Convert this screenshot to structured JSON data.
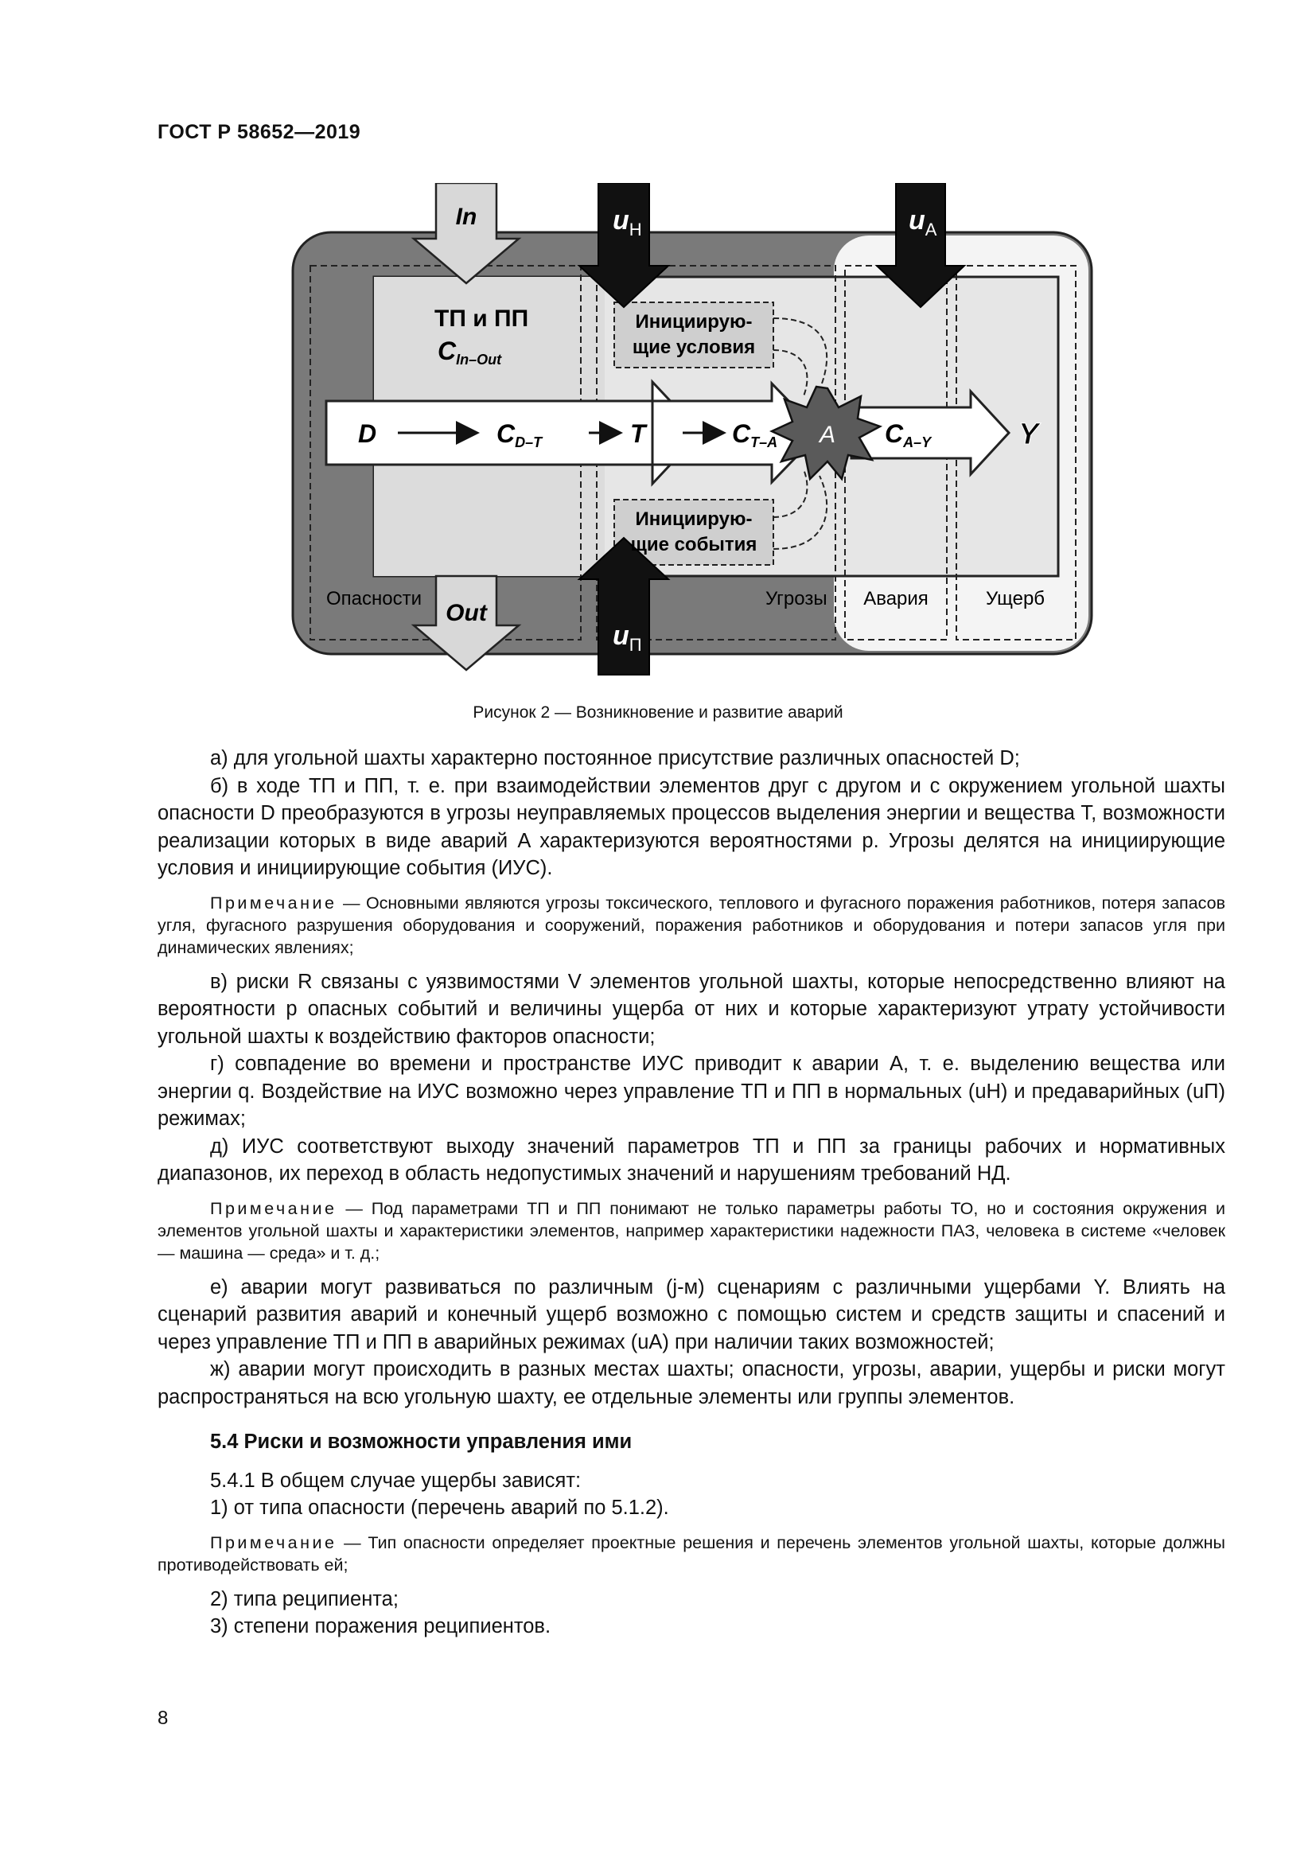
{
  "header": "ГОСТ Р 58652—2019",
  "figure": {
    "caption": "Рисунок 2 — Возникновение и развитие аварий",
    "labels": {
      "in": "In",
      "out": "Out",
      "tp_pp": "ТП и ПП",
      "c_inout_main": "C",
      "c_inout_sub": "In–Out",
      "init_cond_1": "Инициирую-",
      "init_cond_2": "щие условия",
      "init_events_1": "Инициирую-",
      "init_events_2": "щие события",
      "D": "D",
      "C_DT_main": "C",
      "C_DT_sub": "D–T",
      "T": "T",
      "C_TA_main": "C",
      "C_TA_sub": "T–A",
      "A": "A",
      "C_AY_main": "C",
      "C_AY_sub": "A–Y",
      "Y": "Y",
      "uH_main": "u",
      "uH_sub": "Н",
      "uA_main": "u",
      "uA_sub": "А",
      "uP_main": "u",
      "uP_sub": "П",
      "hazards": "Опасности",
      "threats": "Угрозы",
      "accident": "Авария",
      "damage": "Ущерб"
    }
  },
  "body": {
    "p_a": "а) для угольной шахты характерно постоянное присутствие различных опасностей D;",
    "p_b": "б) в ходе ТП и ПП, т. е. при взаимодействии элементов друг с другом и с окружением угольной шахты опасности D преобразуются в угрозы неуправляемых процессов выделения энергии и вещества T, возможности реализации которых в виде аварий A характеризуются вероятностями p. Угрозы делятся на инициирующие условия и инициирующие события (ИУС).",
    "note1_label": "Примечание",
    "note1_text": " — Основными являются угрозы токсического, теплового и фугасного поражения работников, потеря запасов угля, фугасного разрушения оборудования и сооружений, поражения работников и оборудования и потери запасов угля при динамических явлениях;",
    "p_v": "в) риски R связаны с уязвимостями V элементов угольной шахты, которые непосредственно влияют на вероятности p опасных событий и величины ущерба от них и которые характеризуют утрату устойчивости угольной шахты к воздействию факторов опасности;",
    "p_g": "г) совпадение во времени и пространстве ИУС приводит к аварии A, т. е. выделению вещества или энергии q. Воздействие на ИУС возможно через управление ТП и ПП в нормальных (uН) и предаварийных (uП) режимах;",
    "p_d": "д) ИУС соответствуют выходу значений параметров ТП и ПП за границы рабочих и нормативных диапазонов, их переход в область недопустимых значений и нарушениям требований НД.",
    "note2_label": "Примечание",
    "note2_text": " — Под параметрами ТП и ПП понимают не только параметры работы ТО, но и состояния окружения и элементов угольной шахты и характеристики элементов, например характеристики надежности ПАЗ, человека в системе «человек — машина — среда» и т. д.;",
    "p_e": "е) аварии могут развиваться по различным (j-м) сценариям с различными ущербами Y. Влиять на сценарий развития аварий и конечный ущерб возможно с помощью систем и средств защиты и спасений и через управление ТП и ПП в аварийных режимах (uА) при наличии таких возможностей;",
    "p_zh": "ж) аварии могут происходить в разных местах шахты; опасности, угрозы, аварии, ущербы и риски могут распространяться на всю угольную шахту, ее отдельные элементы или группы элементов.",
    "section_title": "5.4 Риски и возможности управления ими",
    "p_541": "5.4.1 В общем случае ущербы зависят:",
    "p_1": "1) от типа опасности (перечень аварий по 5.1.2).",
    "note3_label": "Примечание",
    "note3_text": " — Тип опасности определяет проектные решения и перечень элементов угольной шахты, которые должны противодействовать ей;",
    "p_2": "2) типа реципиента;",
    "p_3": "3) степени поражения реципиентов."
  },
  "page_number": "8"
}
